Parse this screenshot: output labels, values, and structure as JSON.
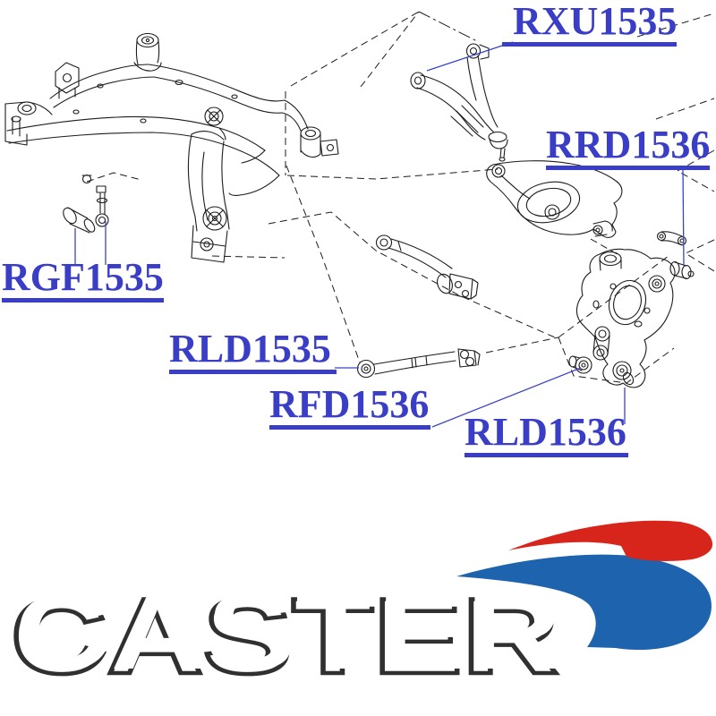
{
  "diagram": {
    "title_hint": "rear suspension exploded parts diagram",
    "parts": [
      {
        "id": "rxu1535",
        "label": "RXU1535"
      },
      {
        "id": "rrd1536",
        "label": "RRD1536"
      },
      {
        "id": "rgf1535",
        "label": "RGF1535"
      },
      {
        "id": "rld1535",
        "label": "RLD1535"
      },
      {
        "id": "rfd1536",
        "label": "RFD1536"
      },
      {
        "id": "rld1536",
        "label": "RLD1536"
      }
    ],
    "label_color": "#3a3ec6",
    "line_color": "#1c1c1c",
    "leader_color": "#3a44c8"
  },
  "logo": {
    "text": "CASTER",
    "letter_fill": "#ffffff",
    "letter_outline": "#303030",
    "swoosh_red": "#d8251b",
    "swoosh_blue": "#1e63ae"
  }
}
